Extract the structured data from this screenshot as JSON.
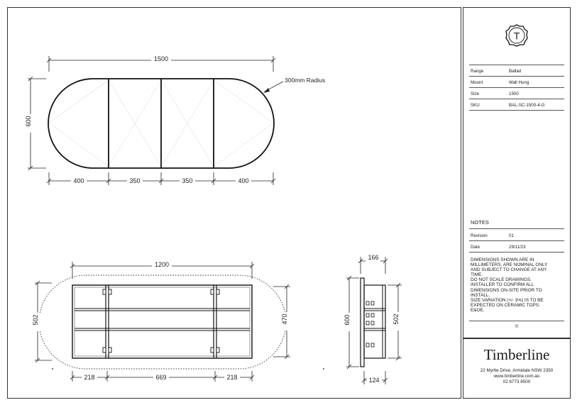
{
  "drawing": {
    "top_view": {
      "overall_width": "1500",
      "height": "600",
      "radius_note": "300mm Radius",
      "segments": [
        "400",
        "350",
        "350",
        "400"
      ]
    },
    "front_view": {
      "width": "1200",
      "height_left": "502",
      "height_right": "470",
      "segments": [
        "218",
        "669",
        "218"
      ]
    },
    "side_view": {
      "depth": "166",
      "height_left": "600",
      "height_right": "502",
      "base_depth": "124"
    }
  },
  "specs": [
    {
      "label": "Range",
      "value": "Ballad"
    },
    {
      "label": "Mount",
      "value": "Wall Hung"
    },
    {
      "label": "Size",
      "value": "1500"
    },
    {
      "label": "SKU",
      "value": "BAL-SC-1500-4-G"
    }
  ],
  "notes": {
    "title": "NOTES",
    "rows": [
      {
        "label": "Revision",
        "value": "01"
      },
      {
        "label": "Date",
        "value": "29/11/23"
      }
    ],
    "disclaimer": [
      "DIMENSIONS SHOWN ARE IN",
      "MILLIMETERS, ARE NOMINAL ONLY",
      "AND SUBJECT TO CHANGE AT ANY",
      "TIME.",
      "DO NOT SCALE DRAWINGS.",
      "INSTALLER TO CONFIRM ALL",
      "DIMENSIONS ON-SITE PRIOR TO",
      "INSTALL.",
      "SIZE VARIATION (+/- 3%) IS TO BE",
      "EXPECTED ON CERAMIC TOPS.",
      "E&OE."
    ],
    "copyright": "©"
  },
  "logo_letter": "T",
  "brand": {
    "name": "Timberline",
    "address": "22 Myrtle Drive, Armidale NSW 2350",
    "website": "www.timberline.com.au",
    "phone": "02 6773 8500"
  }
}
